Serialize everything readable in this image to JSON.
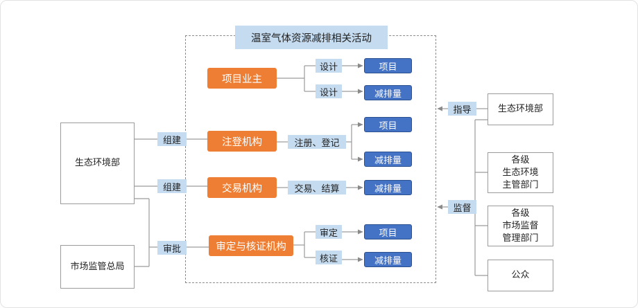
{
  "title": "温室气体资源减排相关活动",
  "left": {
    "env_ministry": "生态环境部",
    "market_admin": "市场监管总局",
    "build1": "组建",
    "build2": "组建",
    "approve": "审批"
  },
  "center": {
    "owner": "项目业主",
    "owner_design1": "设计",
    "owner_design2": "设计",
    "owner_out1": "项目",
    "owner_out2": "减排量",
    "registry": "注登机构",
    "registry_action": "注册、登记",
    "registry_out1": "项目",
    "registry_out2": "减排量",
    "exchange": "交易机构",
    "exchange_action": "交易、结算",
    "exchange_out": "减排量",
    "verifier": "审定与核证机构",
    "verifier_action1": "审定",
    "verifier_action2": "核证",
    "verifier_out1": "项目",
    "verifier_out2": "减排量"
  },
  "right": {
    "guide": "指导",
    "supervise": "监督",
    "env_ministry": "生态环境部",
    "local_env": "各级\n生态环境\n主管部门",
    "local_market": "各级\n市场监督\n管理部门",
    "public": "公众"
  }
}
